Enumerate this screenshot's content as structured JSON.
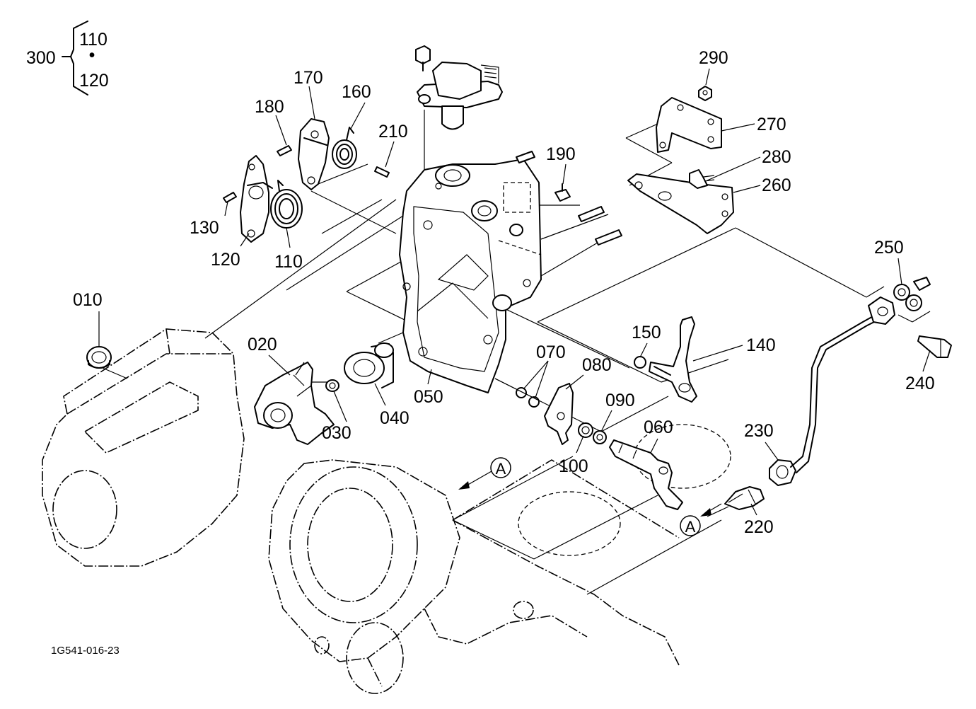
{
  "diagram": {
    "drawing_code": "1G541-016-23",
    "view_marker": "A",
    "kit": {
      "number": "300",
      "contains": [
        "110",
        "120"
      ],
      "separator": "•"
    },
    "callouts": {
      "p010": "010",
      "p020": "020",
      "p030": "030",
      "p040": "040",
      "p050": "050",
      "p060": "060",
      "p070": "070",
      "p080": "080",
      "p090": "090",
      "p100": "100",
      "p110": "110",
      "p120": "120",
      "p130": "130",
      "p140": "140",
      "p150": "150",
      "p160": "160",
      "p170": "170",
      "p180": "180",
      "p190": "190",
      "p210": "210",
      "p220": "220",
      "p230": "230",
      "p240": "240",
      "p250": "250",
      "p260": "260",
      "p270": "270",
      "p280": "280",
      "p290": "290"
    }
  }
}
